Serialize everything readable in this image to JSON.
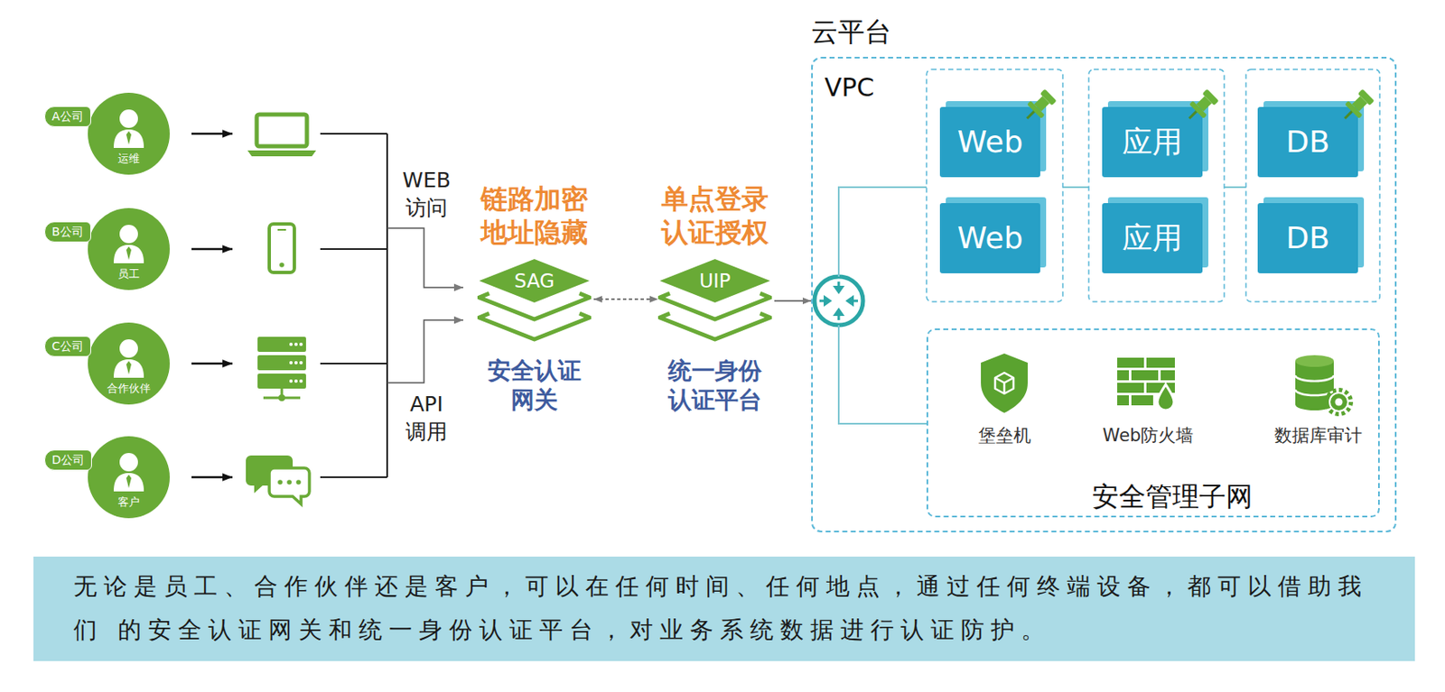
{
  "diagram": {
    "caption": "无论是员工、合作伙伴还是客户，可以在任何时间、任何地点，通过任何终端设备，都可以借助我们 的安全认证网关和统一身份认证平台，对业务系统数据进行认证防护。",
    "nodes": [
      {
        "text": [
          "A公司",
          "运维"
        ]
      },
      {
        "text": [
          "B公司",
          "员工"
        ]
      },
      {
        "text": [
          "C公司",
          "合作伙伴"
        ]
      },
      {
        "text": [
          "D公司",
          "客户"
        ]
      },
      {
        "text": [
          "链路加密 地址隐藏",
          "SAG",
          "安全认证 网关"
        ]
      },
      {
        "text": [
          "单点登录 认证授权",
          "UIP",
          "统一身份 认证平台"
        ]
      },
      {
        "text": [
          "云平台",
          "VPC"
        ]
      },
      {
        "text": [
          "Web"
        ],
        "in": 6
      },
      {
        "text": [
          "应用"
        ],
        "in": 6
      },
      {
        "text": [
          "DB"
        ],
        "in": 6
      },
      {
        "text": [
          "Web"
        ],
        "in": 6
      },
      {
        "text": [
          "应用"
        ],
        "in": 6
      },
      {
        "text": [
          "DB"
        ],
        "in": 6
      },
      {
        "text": [
          "安全管理子网"
        ],
        "in": 6
      }
    ],
    "edges": [
      {
        "from": 4,
        "to": 5,
        "arrow": "both"
      },
      {
        "from": 5,
        "to": 6,
        "arrow": "to"
      }
    ],
    "labels": [
      "WEB 访问",
      "API 调用",
      "堡垒机",
      "Web防火墙",
      "数据库审计"
    ]
  }
}
